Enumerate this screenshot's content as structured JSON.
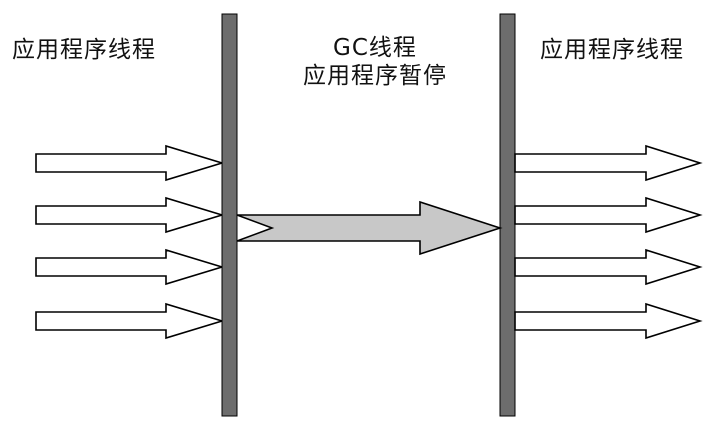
{
  "labels": {
    "left_threads": "应用程序线程",
    "gc_thread": "GC线程",
    "app_paused": "应用程序暂停",
    "right_threads": "应用程序线程"
  },
  "colors": {
    "barrier": "#6d6d6d",
    "gc_arrow_fill": "#c8c8c8",
    "stroke": "#000000"
  }
}
